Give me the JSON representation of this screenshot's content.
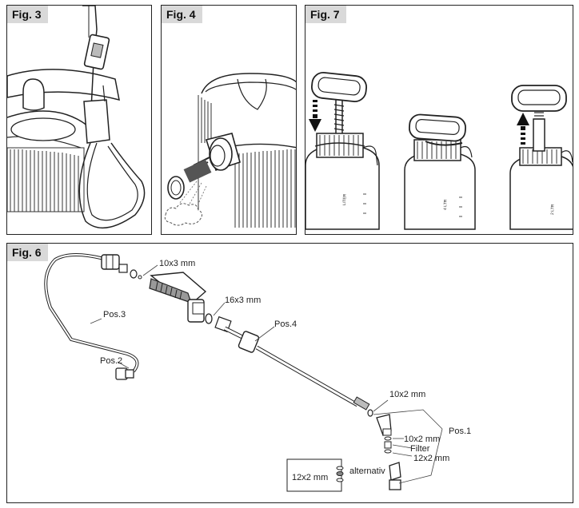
{
  "figures": {
    "fig3": {
      "label": "Fig. 3"
    },
    "fig4": {
      "label": "Fig. 4"
    },
    "fig7": {
      "label": "Fig. 7"
    },
    "fig6": {
      "label": "Fig. 6"
    }
  },
  "fig7_jar_text": [
    "LITER",
    "4 LTR",
    "2 LTR"
  ],
  "fig6_callouts": {
    "washer_10x3": "10x3 mm",
    "washer_16x3": "16x3 mm",
    "pos3": "Pos.3",
    "pos4": "Pos.4",
    "pos2": "Pos.2",
    "washer_10x2_top": "10x2 mm",
    "pos1": "Pos.1",
    "washer_10x2_lower": "10x2 mm",
    "filter": "Filter",
    "washer_12x2": "12x2 mm",
    "alternativ": "alternativ",
    "alt_12x2": "12x2 mm"
  }
}
